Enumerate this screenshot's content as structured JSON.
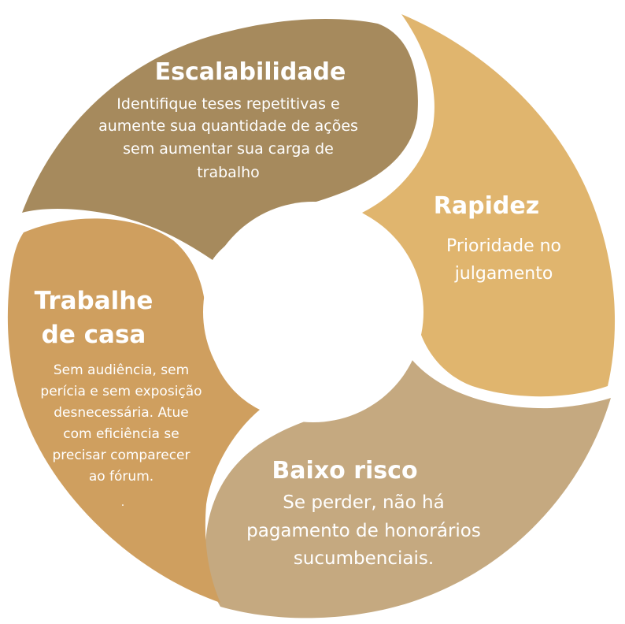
{
  "colors": {
    "escalabilidade": "#a68a5d",
    "rapidez": "#e0b56e",
    "baixo_risco": "#c5a980",
    "trabalhe": "#cf9f5f",
    "center": "#ffffff",
    "text": "#ffffff"
  },
  "segments": {
    "escalabilidade": {
      "title": "Escalabilidade",
      "lines": [
        "Identifique teses repetitivas e",
        "aumente sua quantidade de ações",
        "sem aumentar sua carga de",
        "trabalho"
      ]
    },
    "rapidez": {
      "title": "Rapidez",
      "lines": [
        "Prioridade no",
        "julgamento"
      ]
    },
    "baixo_risco": {
      "title": "Baixo risco",
      "lines": [
        "Se perder, não há",
        "pagamento de honorários",
        "sucumbenciais."
      ]
    },
    "trabalhe": {
      "title_lines": [
        "Trabalhe",
        "de casa"
      ],
      "lines": [
        "Sem audiência, sem",
        "perícia e sem exposição",
        "desnecessária. Atue",
        "com eficiência se",
        "precisar comparecer",
        "ao fórum.",
        "."
      ]
    }
  }
}
